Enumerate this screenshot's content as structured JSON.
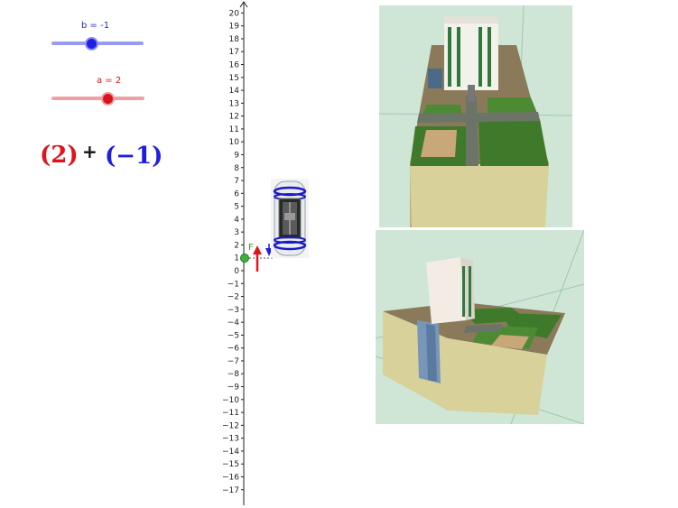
{
  "slider_b": {
    "label": "b = -1",
    "value": -1,
    "min": -5,
    "max": 5,
    "color": "#1f1fe6",
    "track_color": "#9a9af0"
  },
  "slider_a": {
    "label": "a = 2",
    "value": 2,
    "min": -5,
    "max": 5,
    "color": "#d9141c",
    "track_color": "#f0a0a3"
  },
  "expression": {
    "left": "(2)",
    "operator": "+",
    "right": "(−1)",
    "left_color": "#e0141e",
    "right_color": "#1e1ee0"
  },
  "axis": {
    "ticks": [
      20,
      19,
      18,
      17,
      16,
      15,
      14,
      13,
      12,
      11,
      10,
      9,
      8,
      7,
      6,
      5,
      4,
      3,
      2,
      1,
      0,
      -1,
      -2,
      -3,
      -4,
      -5,
      -6,
      -7,
      -8,
      -9,
      -10,
      -11,
      -12,
      -13,
      -14,
      -15,
      -16,
      -17
    ],
    "point_label": "F"
  },
  "colors": {
    "up_arrow": "#e0141e",
    "down_arrow": "#1e1ee0",
    "point": "#3cb43c"
  },
  "icons": [
    "elevator-cabin-icon",
    "building-view-top",
    "building-view-angled"
  ]
}
